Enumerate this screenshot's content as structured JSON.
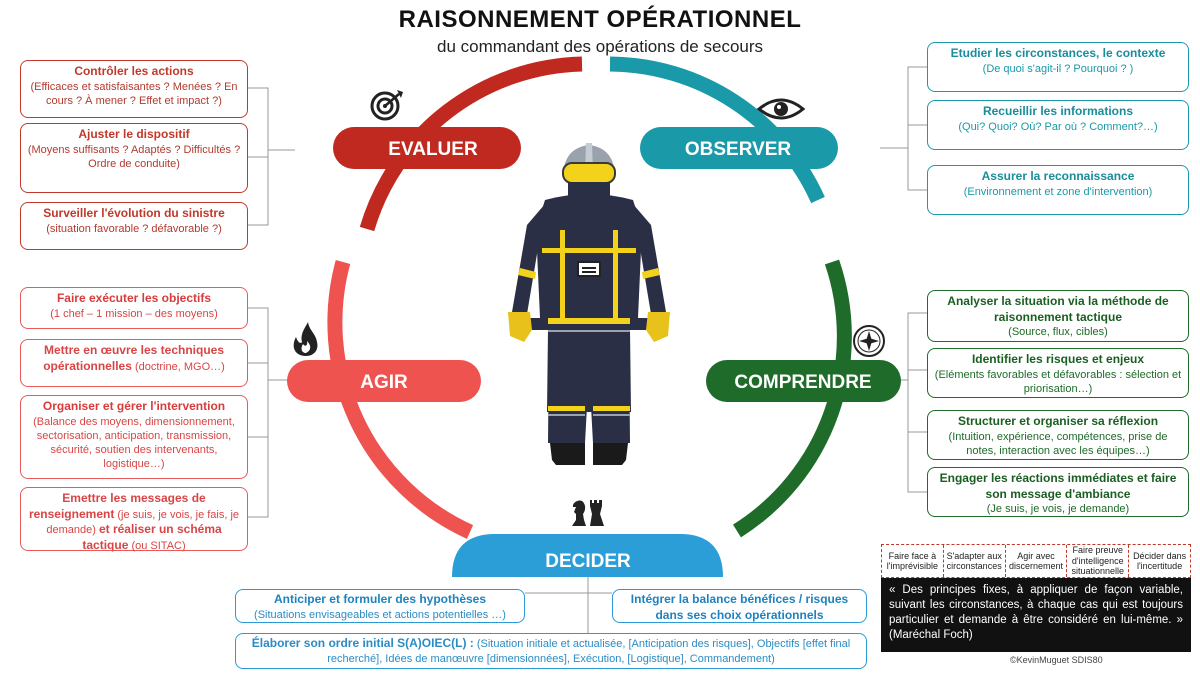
{
  "header": {
    "title": "RAISONNEMENT OPÉRATIONNEL",
    "subtitle": "du commandant des opérations de secours"
  },
  "phases": {
    "evaluer": "EVALUER",
    "observer": "OBSERVER",
    "agir": "AGIR",
    "comprendre": "COMPRENDRE",
    "decider": "DECIDER"
  },
  "colors": {
    "evaluer": "#c0291f",
    "observer": "#1a9aa8",
    "agir": "#ef5350",
    "comprendre": "#1e6b2a",
    "decider": "#2b9ed8"
  },
  "icons": {
    "evaluer": "target-icon",
    "observer": "eye-icon",
    "agir": "flame-icon",
    "comprendre": "compass-icon",
    "decider": "chess-icon",
    "center": "firefighter-icon"
  },
  "evaluer_items": [
    {
      "h": "Contrôler les actions",
      "d": "(Efficaces et satisfaisantes ? Menées ? En cours ? À mener ? Effet et impact ?)"
    },
    {
      "h": "Ajuster le dispositif",
      "d": "(Moyens suffisants ? Adaptés ? Difficultés ? Ordre de conduite)"
    },
    {
      "h": "Surveiller l'évolution du sinistre",
      "d": "(situation favorable ? défavorable ?)"
    }
  ],
  "observer_items": [
    {
      "h": "Etudier les circonstances, le contexte",
      "d": "(De quoi s'agit-il ? Pourquoi ? )"
    },
    {
      "h": "Recueillir les informations",
      "d": "(Qui? Quoi? Où? Par où ? Comment?…)"
    },
    {
      "h": "Assurer la reconnaissance",
      "d": "(Environnement et zone d'intervention)"
    }
  ],
  "agir_items": [
    {
      "h": "Faire exécuter les objectifs",
      "d": "(1 chef – 1 mission – des moyens)"
    },
    {
      "h": "Mettre en œuvre les techniques opérationnelles",
      "d": "(doctrine, MGO…)"
    },
    {
      "h": "Organiser et gérer l'intervention",
      "d": "(Balance des moyens, dimensionnement, sectorisation, anticipation, transmission, sécurité, soutien des intervenants, logistique…)"
    },
    {
      "h1": "Emettre les messages de renseignement",
      "d1": "(je suis, je vois, je fais, je demande)",
      "h2": "et réaliser un schéma tactique",
      "d2": "(ou SITAC)"
    }
  ],
  "comprendre_items": [
    {
      "h": "Analyser la situation via la méthode de raisonnement tactique",
      "d": "(Source, flux, cibles)"
    },
    {
      "h": "Identifier les risques et enjeux",
      "d": "(Eléments favorables et défavorables : sélection et priorisation…)"
    },
    {
      "h": "Structurer et organiser sa réflexion",
      "d": "(Intuition, expérience, compétences, prise de notes, interaction avec les équipes…)"
    },
    {
      "h": "Engager les réactions immédiates et faire son message d'ambiance",
      "d": "(Je suis, je vois, je demande)"
    }
  ],
  "decider_items": [
    {
      "h": "Anticiper et formuler des hypothèses",
      "d": "(Situations envisageables et actions potentielles …)"
    },
    {
      "h": "Intégrer la balance bénéfices / risques dans ses choix opérationnels",
      "d": ""
    },
    {
      "h": "Élaborer son ordre initial S(A)OIEC(L) :",
      "d": "(Situation initiale et actualisée, [Anticipation des risques], Objectifs [effet final recherché], Idées de manœuvre [dimensionnées], Exécution, [Logistique], Commandement)"
    }
  ],
  "principles": [
    "Faire face à l'imprévisible",
    "S'adapter aux circonstances",
    "Agir avec discernement",
    "Faire preuve d'intelligence situationnelle",
    "Décider dans l'incertitude"
  ],
  "quote": "« Des principes fixes, à appliquer de façon variable, suivant les circonstances, à chaque cas qui est toujours particulier et demande à être considéré en lui-même. » (Maréchal Foch)",
  "credit": "©KevinMuguet SDIS80"
}
